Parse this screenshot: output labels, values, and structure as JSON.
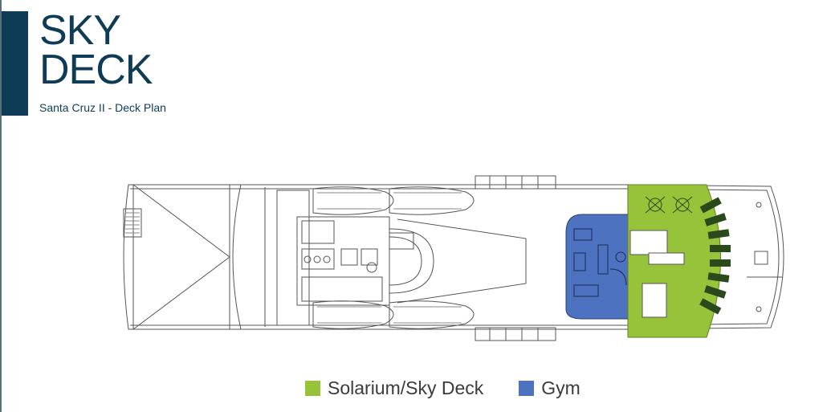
{
  "header": {
    "title_line1": "SKY",
    "title_line2": "DECK",
    "subtitle": "Santa Cruz II - Deck Plan"
  },
  "legend": [
    {
      "label": "Solarium/Sky Deck",
      "color": "#97c33a"
    },
    {
      "label": "Gym",
      "color": "#4d73c0"
    }
  ],
  "colors": {
    "brand": "#0e3b55",
    "outline": "#555555",
    "solarium": "#97c33a",
    "gym": "#4d73c0",
    "lounger": "#2b4a1c"
  }
}
